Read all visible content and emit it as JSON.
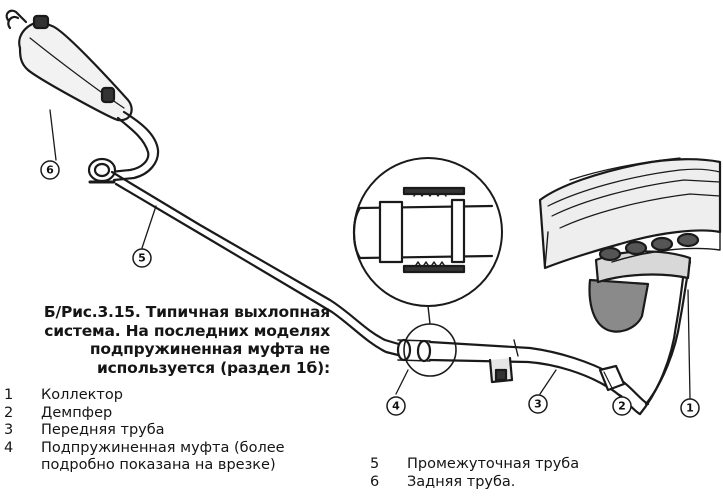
{
  "figure": {
    "caption": "Б/Рис.3.15. Типичная выхлопная система. На последних моделях подпружиненная муфта не используется (раздел 1б):",
    "callouts": [
      "1",
      "2",
      "3",
      "4",
      "5",
      "6"
    ],
    "legend": [
      {
        "num": "1",
        "text": "Коллектор"
      },
      {
        "num": "2",
        "text": "Демпфер"
      },
      {
        "num": "3",
        "text": "Передняя труба"
      },
      {
        "num": "4",
        "text": "Подпружиненная муфта (более подробно показана на врезке)"
      },
      {
        "num": "5",
        "text": "Промежуточная труба"
      },
      {
        "num": "6",
        "text": "Задняя труба."
      }
    ]
  }
}
